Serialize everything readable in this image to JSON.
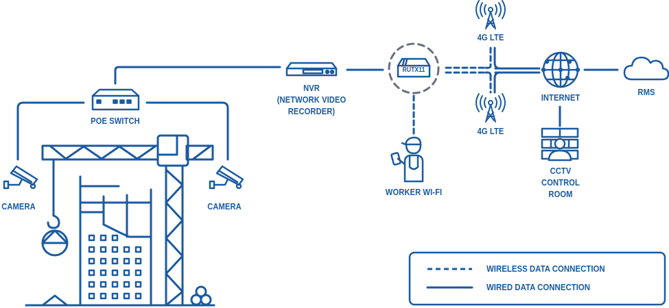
{
  "diagram": {
    "colors": {
      "primary": "#1a5aa0",
      "router_ring": "#6b6f80",
      "background": "#ffffff"
    },
    "nodes": {
      "poe_switch": {
        "label": "POE SWITCH",
        "icon": "network-switch-icon"
      },
      "camera_left": {
        "label": "CAMERA",
        "icon": "cctv-camera-icon"
      },
      "camera_right": {
        "label": "CAMERA",
        "icon": "cctv-camera-icon"
      },
      "nvr": {
        "label_line1": "NVR",
        "label_line2": "(NETWORK VIDEO",
        "label_line3": "RECORDER)",
        "icon": "nvr-device-icon"
      },
      "router": {
        "label": "RUTX11",
        "icon": "router-icon"
      },
      "worker": {
        "label": "WORKER WI-FI",
        "icon": "worker-icon"
      },
      "lte_top": {
        "label": "4G LTE",
        "icon": "cell-tower-icon"
      },
      "lte_bottom": {
        "label": "4G LTE",
        "icon": "cell-tower-icon"
      },
      "internet": {
        "label": "INTERNET",
        "icon": "globe-icon"
      },
      "rms": {
        "label": "RMS",
        "icon": "cloud-icon"
      },
      "cctv_room": {
        "label_line1": "CCTV",
        "label_line2": "CONTROL",
        "label_line3": "ROOM",
        "icon": "control-room-icon"
      },
      "construction_site": {
        "icon": "construction-crane-building-icon"
      }
    },
    "connections": [
      {
        "from": "camera_left",
        "to": "poe_switch",
        "type": "wired"
      },
      {
        "from": "camera_right",
        "to": "poe_switch",
        "type": "wired"
      },
      {
        "from": "poe_switch",
        "to": "nvr",
        "type": "wired"
      },
      {
        "from": "nvr",
        "to": "router",
        "type": "wired"
      },
      {
        "from": "router",
        "to": "worker",
        "type": "wireless"
      },
      {
        "from": "router",
        "to": "lte_top",
        "type": "wireless"
      },
      {
        "from": "router",
        "to": "lte_bottom",
        "type": "wireless"
      },
      {
        "from": "lte_junction",
        "to": "internet",
        "type": "wired"
      },
      {
        "from": "internet",
        "to": "rms",
        "type": "wired"
      },
      {
        "from": "internet",
        "to": "cctv_room",
        "type": "wired"
      }
    ],
    "legend": {
      "wireless": "WIRELESS DATA CONNECTION",
      "wired": "WIRED DATA CONNECTION"
    }
  }
}
